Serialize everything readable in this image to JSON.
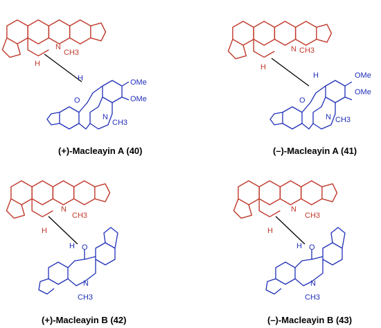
{
  "colors": {
    "isoquinoline": "#c0392b",
    "benzazecine": "#1f2fb8",
    "bond": "#000000",
    "caption": "#000000"
  },
  "compounds": [
    {
      "caption": "(+)-Macleayin A (40)",
      "labels": {
        "n_top": "N",
        "ch3_top": "CH3",
        "h_top": "H",
        "h_low": "H",
        "o_keto": "O",
        "ome1": "OMe",
        "ome2": "OMe",
        "n_low": "N",
        "ch3_low": "CH3"
      }
    },
    {
      "caption": "(–)-Macleayin A (41)",
      "labels": {
        "n_top": "N",
        "ch3_top": "CH3",
        "h_top": "H",
        "h_low": "H",
        "o_keto": "O",
        "ome1": "OMe",
        "ome2": "OMe",
        "n_low": "N",
        "ch3_low": "CH3"
      }
    },
    {
      "caption": "(+)-Macleayin B (42)",
      "labels": {
        "n_top": "N",
        "ch3_top": "CH3",
        "h_top": "H",
        "h_low": "H",
        "o_keto": "O",
        "n_low": "N",
        "ch3_low": "CH3"
      }
    },
    {
      "caption": "(–)-Macleayin B (43)",
      "labels": {
        "n_top": "N",
        "ch3_top": "CH3",
        "h_top": "H",
        "h_low": "H",
        "o_keto": "O",
        "n_low": "N",
        "ch3_low": "CH3"
      }
    }
  ]
}
